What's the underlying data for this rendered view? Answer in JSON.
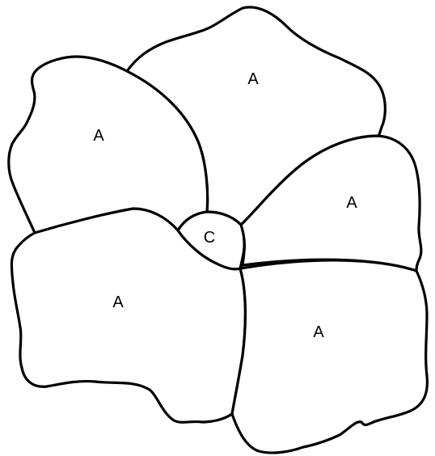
{
  "diagram": {
    "petals": [
      {
        "label": "A"
      },
      {
        "label": "A"
      },
      {
        "label": "A"
      },
      {
        "label": "A"
      },
      {
        "label": "A"
      }
    ],
    "center": {
      "label": "C"
    }
  }
}
